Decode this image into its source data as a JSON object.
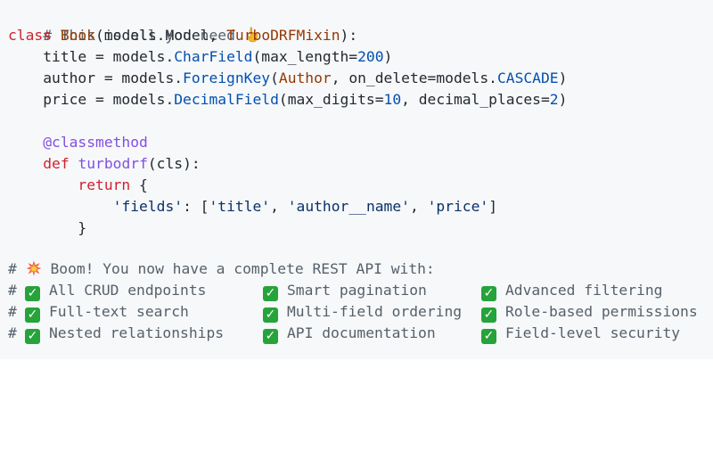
{
  "code": {
    "header_comment": "# This is all you need",
    "header_emoji_icon": "pointing-down-hand",
    "class_line": {
      "kw": "class",
      "name": "Book",
      "open": "(",
      "base1": "models.Model",
      "sep": ", ",
      "base2": "TurboDRFMixin",
      "close": "):"
    },
    "title_line": {
      "pre": "    title = models.",
      "field": "CharField",
      "open": "(max_length=",
      "num": "200",
      "close": ")"
    },
    "author_line": {
      "pre": "    author = models.",
      "field": "ForeignKey",
      "open": "(",
      "ref": "Author",
      "mid": ", on_delete=models.",
      "const": "CASCADE",
      "close": ")"
    },
    "price_line": {
      "pre": "    price = models.",
      "field": "DecimalField",
      "a": "(max_digits=",
      "n1": "10",
      "b": ", decimal_places=",
      "n2": "2",
      "close": ")"
    },
    "decorator": "    @classmethod",
    "def_line": {
      "pre": "    ",
      "kw": "def",
      "sp": " ",
      "name": "turbodrf",
      "args": "(cls):"
    },
    "return_line": {
      "pre": "        ",
      "kw": "return",
      "rest": " {"
    },
    "fields_line": {
      "pre": "            ",
      "key": "'fields'",
      "c": ": [",
      "v1": "'title'",
      "s1": ", ",
      "v2": "'author__name'",
      "s2": ", ",
      "v3": "'price'",
      "end": "]"
    },
    "close_brace": "        }"
  },
  "boom": {
    "hash": "#",
    "emoji_icon": "collision",
    "text": "Boom! You now have a complete REST API with:"
  },
  "features": {
    "hash": "#",
    "check_glyph": "✓",
    "check_color": "#26a33a",
    "rows": [
      [
        "All CRUD endpoints",
        "Smart pagination",
        "Advanced filtering"
      ],
      [
        "Full-text search",
        "Multi-field ordering",
        "Role-based permissions"
      ],
      [
        "Nested relationships",
        "API documentation",
        "Field-level security"
      ]
    ]
  }
}
